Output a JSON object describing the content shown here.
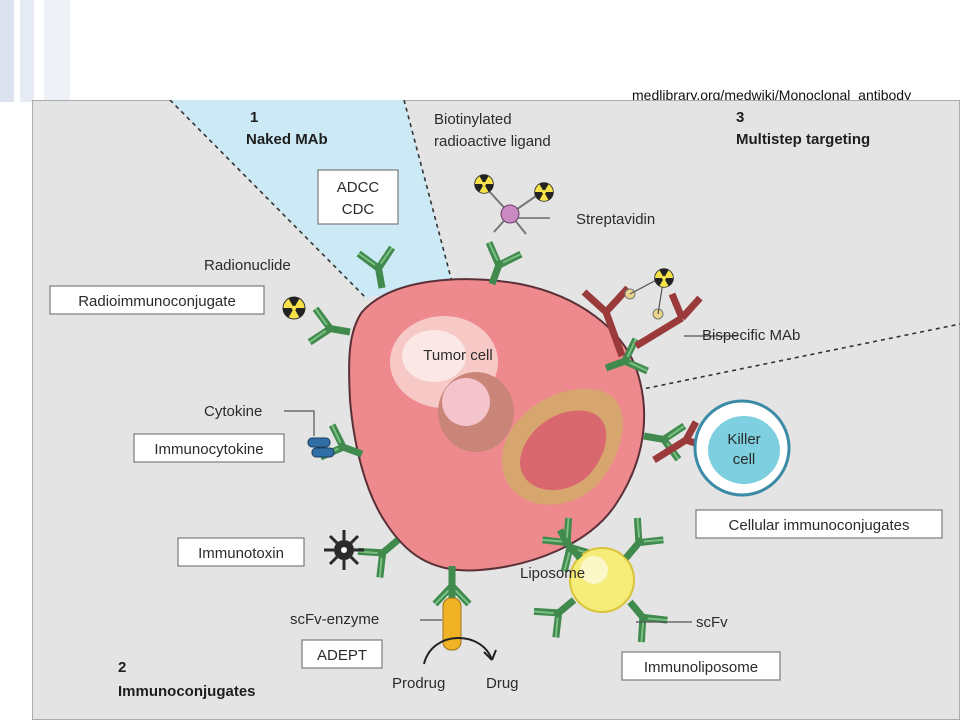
{
  "source_url": "medlibrary.org/medwiki/Monoclonal_antibody",
  "colors": {
    "background": "#e4e4e4",
    "naked_wedge": "#cce9f6",
    "tumor_cell": "#ee8a8e",
    "antibody_green": "#3f8a4c",
    "bispecific_red": "#9a3a3a",
    "killer_cell": "#7ecfe0",
    "liposome": "#f5ec7a",
    "prodrug_yellow": "#efb325"
  },
  "sections": {
    "naked": {
      "number": "1",
      "title": "Naked MAb"
    },
    "multistep": {
      "number": "3",
      "title": "Multistep targeting"
    },
    "immunoconjugates": {
      "number": "2",
      "title": "Immunoconjugates"
    }
  },
  "labels": {
    "adcc": "ADCC",
    "cdc": "CDC",
    "biotinylated_1": "Biotinylated",
    "biotinylated_2": "radioactive ligand",
    "streptavidin": "Streptavidin",
    "radionuclide": "Radionuclide",
    "radioimmunoconjugate": "Radioimmunoconjugate",
    "bispecific": "Bispecific MAb",
    "tumor_cell": "Tumor cell",
    "cytokine": "Cytokine",
    "immunocytokine": "Immunocytokine",
    "killer_1": "Killer",
    "killer_2": "cell",
    "cellular_immunoconjugates": "Cellular immunoconjugates",
    "immunotoxin": "Immunotoxin",
    "liposome": "Liposome",
    "scfv_enzyme": "scFv-enzyme",
    "scfv": "scFv",
    "adept": "ADEPT",
    "prodrug": "Prodrug",
    "drug": "Drug",
    "immunoliposome": "Immunoliposome"
  }
}
